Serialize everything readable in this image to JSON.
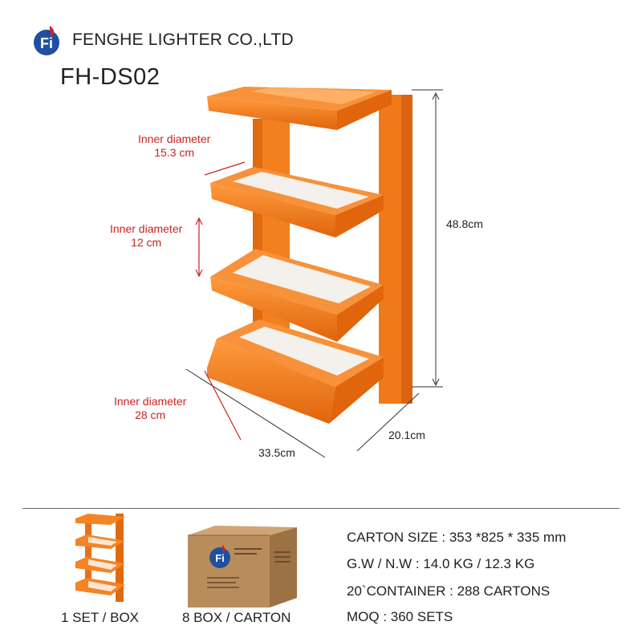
{
  "header": {
    "company_name": "FENGHE LIGHTER CO.,LTD",
    "model": "FH-DS02",
    "logo_text": "Fi"
  },
  "annotations": {
    "top_shelf": {
      "line1": "Inner diameter",
      "line2": "15.3 cm"
    },
    "middle_shelf": {
      "line1": "Inner diameter",
      "line2": "12 cm"
    },
    "bottom_shelf": {
      "line1": "Inner diameter",
      "line2": "28 cm"
    },
    "height": "48.8cm",
    "depth": "20.1cm",
    "width": "33.5cm"
  },
  "packaging": {
    "set_caption": "1 SET / BOX",
    "box_caption": "8 BOX / CARTON",
    "specs": [
      "CARTON SIZE : 353 *825 * 335 mm",
      "G.W / N.W : 14.0 KG / 12.3 KG",
      "20`CONTAINER : 288 CARTONS",
      "MOQ : 360 SETS"
    ]
  },
  "colors": {
    "product_orange": "#f07a1a",
    "label_red": "#c8241f",
    "logo_blue": "#1f4fa0",
    "logo_red": "#d8202a",
    "carton_brown": "#b98c5c"
  }
}
